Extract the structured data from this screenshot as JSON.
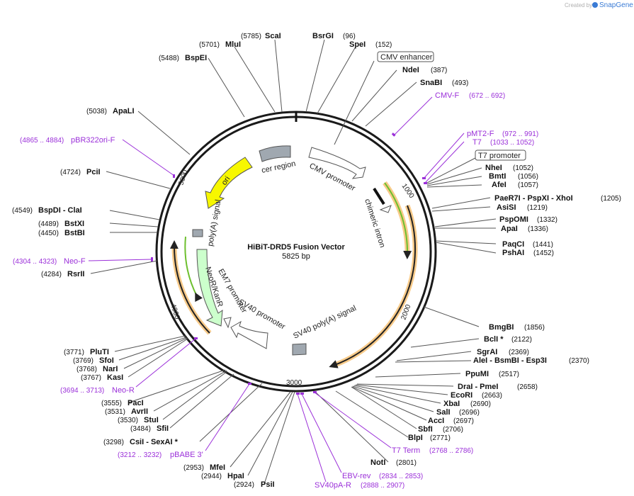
{
  "title": "HiBiT-DRD5 Fusion Vector",
  "size_label": "5825 bp",
  "total_bp": 5825,
  "branding": {
    "created_by": "Created by",
    "brand": "SnapGene"
  },
  "colors": {
    "primer": "#9b30d9",
    "feature_yellow": "#f7f700",
    "feature_green": "#ccffcc",
    "feature_grey": "#a0a8b0",
    "orf_orange": "#f3a93c",
    "orf_green": "#6dbf2e"
  },
  "sites": [
    {
      "name": "ScaI",
      "pos": "(5785)"
    },
    {
      "name": "BsrGI",
      "pos": "(96)"
    },
    {
      "name": "MluI",
      "pos": "(5701)"
    },
    {
      "name": "SpeI",
      "pos": "(152)"
    },
    {
      "name": "BspEI",
      "pos": "(5488)"
    },
    {
      "name": "NdeI",
      "pos": "(387)"
    },
    {
      "name": "SnaBI",
      "pos": "(493)"
    },
    {
      "name": "ApaLI",
      "pos": "(5038)"
    },
    {
      "name": "NheI",
      "pos": "(1052)"
    },
    {
      "name": "BmtI",
      "pos": "(1056)"
    },
    {
      "name": "AfeI",
      "pos": "(1057)"
    },
    {
      "name": "PciI",
      "pos": "(4724)"
    },
    {
      "name": "PaeR7I - PspXI - XhoI",
      "pos": "(1205)"
    },
    {
      "name": "AsiSI",
      "pos": "(1219)"
    },
    {
      "name": "BspDI - ClaI",
      "pos": "(4549)"
    },
    {
      "name": "PspOMI",
      "pos": "(1332)"
    },
    {
      "name": "BstXI",
      "pos": "(4489)"
    },
    {
      "name": "ApaI",
      "pos": "(1336)"
    },
    {
      "name": "BstBI",
      "pos": "(4450)"
    },
    {
      "name": "PaqCI",
      "pos": "(1441)"
    },
    {
      "name": "PshAI",
      "pos": "(1452)"
    },
    {
      "name": "RsrII",
      "pos": "(4284)"
    },
    {
      "name": "BmgBI",
      "pos": "(1856)"
    },
    {
      "name": "BclI *",
      "pos": "(2122)"
    },
    {
      "name": "PluTI",
      "pos": "(3771)"
    },
    {
      "name": "SgrAI",
      "pos": "(2369)"
    },
    {
      "name": "SfoI",
      "pos": "(3769)"
    },
    {
      "name": "AleI - BsmBI - Esp3I",
      "pos": "(2370)"
    },
    {
      "name": "NarI",
      "pos": "(3768)"
    },
    {
      "name": "PpuMI",
      "pos": "(2517)"
    },
    {
      "name": "KasI",
      "pos": "(3767)"
    },
    {
      "name": "DraI - PmeI",
      "pos": "(2658)"
    },
    {
      "name": "EcoRI",
      "pos": "(2663)"
    },
    {
      "name": "PacI",
      "pos": "(3555)"
    },
    {
      "name": "XbaI",
      "pos": "(2690)"
    },
    {
      "name": "AvrII",
      "pos": "(3531)"
    },
    {
      "name": "SalI",
      "pos": "(2696)"
    },
    {
      "name": "StuI",
      "pos": "(3530)"
    },
    {
      "name": "AccI",
      "pos": "(2697)"
    },
    {
      "name": "SfiI",
      "pos": "(3484)"
    },
    {
      "name": "SbfI",
      "pos": "(2706)"
    },
    {
      "name": "BlpI",
      "pos": "(2771)"
    },
    {
      "name": "CsiI - SexAI *",
      "pos": "(3298)"
    },
    {
      "name": "NotI",
      "pos": "(2801)"
    },
    {
      "name": "MfeI",
      "pos": "(2953)"
    },
    {
      "name": "HpaI",
      "pos": "(2944)"
    },
    {
      "name": "PsiI",
      "pos": "(2924)"
    }
  ],
  "primers": [
    {
      "name": "CMV-F",
      "range": "(672 .. 692)"
    },
    {
      "name": "pMT2-F",
      "range": "(972 .. 991)"
    },
    {
      "name": "T7",
      "range": "(1033 .. 1052)"
    },
    {
      "name": "pBR322ori-F",
      "range": "(4865 .. 4884)"
    },
    {
      "name": "Neo-F",
      "range": "(4304 .. 4323)"
    },
    {
      "name": "Neo-R",
      "range": "(3694 .. 3713)"
    },
    {
      "name": "pBABE 3'",
      "range": "(3212 .. 3232)"
    },
    {
      "name": "T7 Term",
      "range": "(2768 .. 2786)"
    },
    {
      "name": "EBV-rev",
      "range": "(2834 .. 2853)"
    },
    {
      "name": "SV40pA-R",
      "range": "(2888 .. 2907)"
    }
  ],
  "boxed_features": [
    "CMV enhancer",
    "T7 promoter"
  ],
  "features": [
    "cer region",
    "CMV promoter",
    "chimeric intron",
    "ori",
    "poly(A) signal",
    "NeoR/KanR",
    "EM7 promoter",
    "SV40 promoter",
    "SV40 poly(A) signal"
  ],
  "ticks": [
    "1000",
    "2000",
    "3000",
    "4000",
    "5000"
  ]
}
